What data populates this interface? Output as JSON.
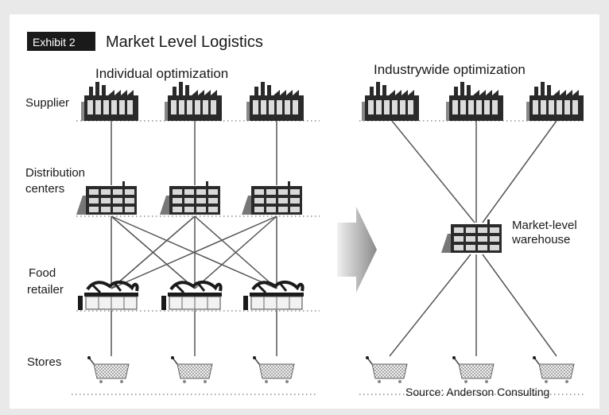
{
  "exhibit": {
    "badge": "Exhibit 2",
    "title": "Market Level Logistics"
  },
  "left_panel": {
    "title": "Individual optimization"
  },
  "right_panel": {
    "title": "Industrywide optimization"
  },
  "row_labels": {
    "supplier": "Supplier",
    "distribution_line1": "Distribution",
    "distribution_line2": "centers",
    "retailer_line1": "Food",
    "retailer_line2": "retailer",
    "stores": "Stores"
  },
  "warehouse_label": {
    "line1": "Market-level",
    "line2": "warehouse"
  },
  "source": "Source: Anderson Consulting",
  "icons": {
    "supplier": "factory-icon",
    "distribution": "distribution-center-icon",
    "retailer": "food-retailer-icon",
    "store": "shopping-cart-icon",
    "warehouse": "warehouse-icon",
    "transition": "arrow-right-icon"
  },
  "colors": {
    "ink": "#1a1a1a",
    "line": "#555555",
    "background": "#ffffff",
    "page": "#e9e9e9"
  }
}
